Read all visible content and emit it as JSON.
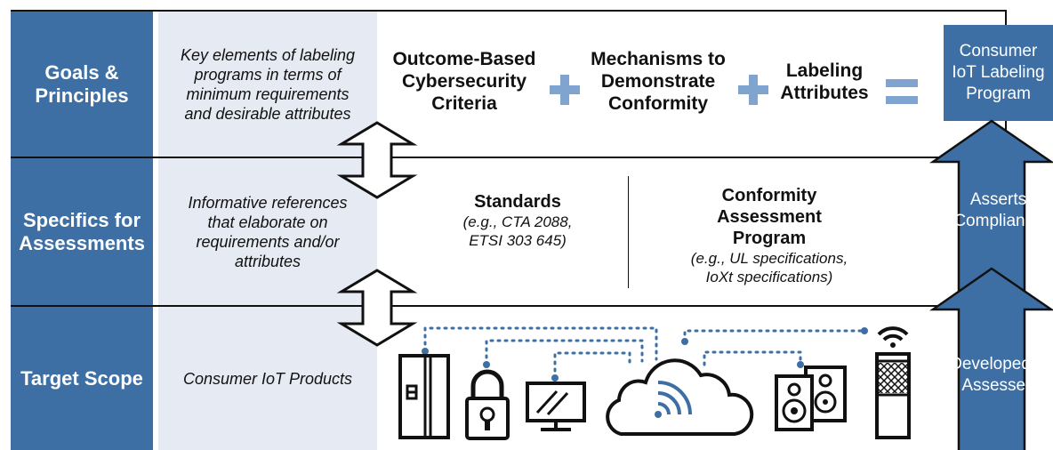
{
  "rows": [
    {
      "label": "Goals & Principles",
      "description": "Key elements of labeling programs in terms of minimum requirements and desirable attributes"
    },
    {
      "label": "Specifics for Assessments",
      "description": "Informative references that elaborate on requirements and/or attributes"
    },
    {
      "label": "Target Scope",
      "description": "Consumer IoT Products"
    }
  ],
  "equation": {
    "term1": "Outcome-Based Cybersecurity Criteria",
    "term2": "Mechanisms to Demonstrate Conformity",
    "term3": "Labeling Attributes"
  },
  "assessments": {
    "standards_title": "Standards",
    "standards_examples": "(e.g., CTA 2088, ETSI 303 645)",
    "program_title": "Conformity Assessment Program",
    "program_examples": "(e.g., UL specifications, IoXt specifications)"
  },
  "right_boxes": {
    "program": "Consumer IoT Labeling Program",
    "asserts": "Asserts Compliance",
    "developed": "Developed & Assessed"
  },
  "devices": [
    "refrigerator-icon",
    "lock-icon",
    "monitor-icon",
    "cloud-wifi-icon",
    "speakers-icon",
    "smart-speaker-icon"
  ],
  "colors": {
    "band": "#3d6fa4",
    "light_band": "#e6ebf3",
    "accent": "#7ea4cf",
    "dots": "#3d6fa4"
  }
}
